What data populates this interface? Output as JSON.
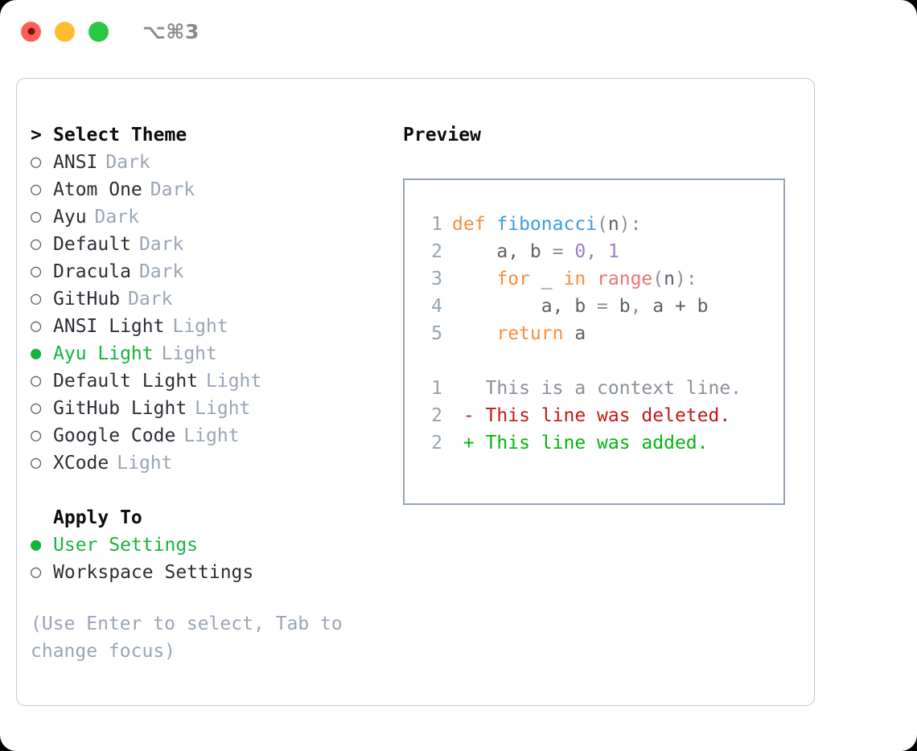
{
  "titlebar": {
    "shortcut": "⌥⌘3",
    "dots": [
      {
        "name": "close",
        "color": "#ff5f57"
      },
      {
        "name": "minimize",
        "color": "#febc2e"
      },
      {
        "name": "maximize",
        "color": "#28c840"
      }
    ]
  },
  "theme_section": {
    "header": "Select Theme",
    "caret": ">",
    "items": [
      {
        "label": "ANSI",
        "tag": "Dark",
        "selected": false,
        "bullet": "○"
      },
      {
        "label": "Atom One",
        "tag": "Dark",
        "selected": false,
        "bullet": "○"
      },
      {
        "label": "Ayu",
        "tag": "Dark",
        "selected": false,
        "bullet": "○"
      },
      {
        "label": "Default",
        "tag": "Dark",
        "selected": false,
        "bullet": "○"
      },
      {
        "label": "Dracula",
        "tag": "Dark",
        "selected": false,
        "bullet": "○"
      },
      {
        "label": "GitHub",
        "tag": "Dark",
        "selected": false,
        "bullet": "○"
      },
      {
        "label": "ANSI Light",
        "tag": "Light",
        "selected": false,
        "bullet": "○"
      },
      {
        "label": "Ayu Light",
        "tag": "Light",
        "selected": true,
        "bullet": "●"
      },
      {
        "label": "Default Light",
        "tag": "Light",
        "selected": false,
        "bullet": "○"
      },
      {
        "label": "GitHub Light",
        "tag": "Light",
        "selected": false,
        "bullet": "○"
      },
      {
        "label": "Google Code",
        "tag": "Light",
        "selected": false,
        "bullet": "○"
      },
      {
        "label": "XCode",
        "tag": "Light",
        "selected": false,
        "bullet": "○"
      }
    ]
  },
  "apply_section": {
    "header": "Apply To",
    "items": [
      {
        "label": "User Settings",
        "selected": true,
        "bullet": "●"
      },
      {
        "label": "Workspace Settings",
        "selected": false,
        "bullet": "○"
      }
    ]
  },
  "hint": "(Use Enter to select, Tab to change focus)",
  "preview": {
    "title": "Preview",
    "code_lines": [
      {
        "lineno": "1",
        "tokens": [
          {
            "text": "def ",
            "type": "kw"
          },
          {
            "text": "fibonacci",
            "type": "fn"
          },
          {
            "text": "(",
            "type": "punct"
          },
          {
            "text": "n",
            "type": "id"
          },
          {
            "text": "):",
            "type": "punct"
          }
        ]
      },
      {
        "lineno": "2",
        "tokens": [
          {
            "text": "    a, b ",
            "type": "id"
          },
          {
            "text": "= ",
            "type": "punct"
          },
          {
            "text": "0",
            "type": "num"
          },
          {
            "text": ", ",
            "type": "punct"
          },
          {
            "text": "1",
            "type": "num"
          }
        ]
      },
      {
        "lineno": "3",
        "tokens": [
          {
            "text": "    ",
            "type": "plain"
          },
          {
            "text": "for ",
            "type": "kw"
          },
          {
            "text": "_ ",
            "type": "id"
          },
          {
            "text": "in ",
            "type": "kw"
          },
          {
            "text": "range",
            "type": "built"
          },
          {
            "text": "(",
            "type": "punct"
          },
          {
            "text": "n",
            "type": "id"
          },
          {
            "text": "):",
            "type": "punct"
          }
        ]
      },
      {
        "lineno": "4",
        "tokens": [
          {
            "text": "        a, b ",
            "type": "id"
          },
          {
            "text": "= ",
            "type": "punct"
          },
          {
            "text": "b",
            "type": "id"
          },
          {
            "text": ", ",
            "type": "punct"
          },
          {
            "text": "a + b",
            "type": "id"
          }
        ]
      },
      {
        "lineno": "5",
        "tokens": [
          {
            "text": "    ",
            "type": "plain"
          },
          {
            "text": "return ",
            "type": "kw"
          },
          {
            "text": "a",
            "type": "id"
          }
        ]
      },
      {
        "lineno": "",
        "tokens": []
      },
      {
        "lineno": "1",
        "tokens": [
          {
            "text": "   This is a context line.",
            "type": "ctx"
          }
        ]
      },
      {
        "lineno": "2",
        "tokens": [
          {
            "text": " - This line was deleted.",
            "type": "del"
          }
        ]
      },
      {
        "lineno": "2",
        "tokens": [
          {
            "text": " + This line was added.",
            "type": "add"
          }
        ]
      }
    ]
  },
  "colors": {
    "accent_green": "#17b33f",
    "tag_gray": "#9aa6b5",
    "keyword_orange": "#fa8d3e",
    "function_blue": "#3b9ee5",
    "number_purple": "#a37acc",
    "builtin_salmon": "#f07171",
    "diff_deleted_red": "#c41a16",
    "diff_added_green": "#00b70e",
    "panel_border": "#c4cad3",
    "preview_border": "#94a3b4"
  }
}
